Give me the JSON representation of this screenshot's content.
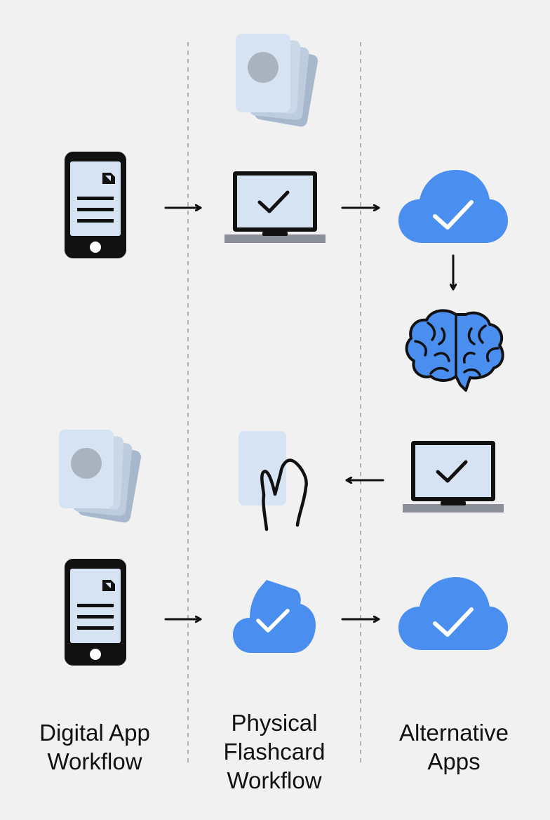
{
  "columns": [
    {
      "key": "digital",
      "label_lines": [
        "Digital App",
        "Workflow"
      ]
    },
    {
      "key": "physical",
      "label_lines": [
        "Physical",
        "Flashcard",
        "Workflow"
      ]
    },
    {
      "key": "alternative",
      "label_lines": [
        "Alternative",
        "Apps"
      ]
    }
  ],
  "icons": {
    "phone": "phone-document-icon",
    "laptop": "laptop-checkmark-icon",
    "cloud": "cloud-checkmark-icon",
    "brain": "brain-icon",
    "cards": "flashcard-stack-icon",
    "hand": "hand-holding-card-icon"
  },
  "colors": {
    "background": "#f1f1f2",
    "accent_blue": "#4a8ff0",
    "card_fill": "#d6e3f3",
    "dark": "#111111",
    "laptop_base": "#8a8f98",
    "divider": "#b3b3b3"
  }
}
